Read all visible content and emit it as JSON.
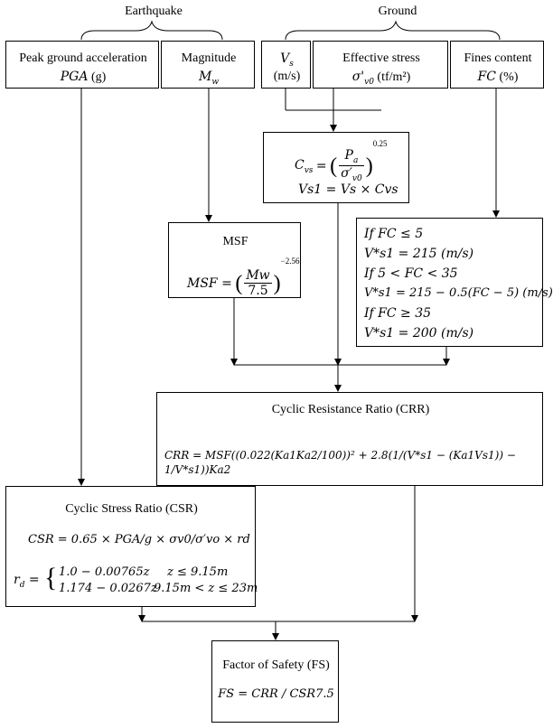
{
  "headers": {
    "earthquake": "Earthquake",
    "ground": "Ground"
  },
  "pga": {
    "title": "Peak ground acceleration",
    "symbol": "PGA",
    "unit": "(g)"
  },
  "magnitude": {
    "title": "Magnitude",
    "symbol": "M",
    "sub": "w"
  },
  "vs": {
    "symbol": "V",
    "sub": "s",
    "unit": "(m/s)"
  },
  "stress": {
    "title": "Effective stress",
    "symbol": "σ'",
    "sub": "v0",
    "unit": "(tf/m²)"
  },
  "fines": {
    "title": "Fines content",
    "symbol": "FC",
    "unit": "(%)"
  },
  "cvs": {
    "lhs": "C",
    "lhs_sub": "vs",
    "num": "P",
    "num_sub": "a",
    "den": "σ′",
    "den_sub": "v0",
    "exp": "0.25",
    "line2": "Vs1 = Vs × Cvs"
  },
  "msf": {
    "title": "MSF",
    "lhs": "MSF =",
    "num": "Mw",
    "den": "7.5",
    "exp": "−2.56"
  },
  "vs1star": {
    "lines": [
      "If  FC ≤ 5",
      "V*s1 = 215 (m/s)",
      "If  5 < FC < 35",
      "V*s1 = 215 − 0.5(FC − 5)  (m/s)",
      "If  FC ≥ 35",
      "V*s1 = 200  (m/s)"
    ]
  },
  "crr": {
    "title": "Cyclic Resistance Ratio (CRR)",
    "formula": "CRR = MSF((0.022(Ka1Ka2/100))² + 2.8(1/(V*s1 − (Ka1Vs1)) − 1/V*s1))Ka2"
  },
  "csr": {
    "title": "Cyclic Stress Ratio (CSR)",
    "formula": "CSR = 0.65 × PGA/g × σv0/σ′vo × rd",
    "rd_case1_expr": "1.0 − 0.00765z",
    "rd_case1_cond": "z ≤ 9.15m",
    "rd_case2_expr": "1.174 − 0.0267z",
    "rd_case2_cond": "9.15m < z ≤ 23m"
  },
  "fs": {
    "title": "Factor of Safety (FS)",
    "formula": "FS = CRR / CSR7.5"
  }
}
